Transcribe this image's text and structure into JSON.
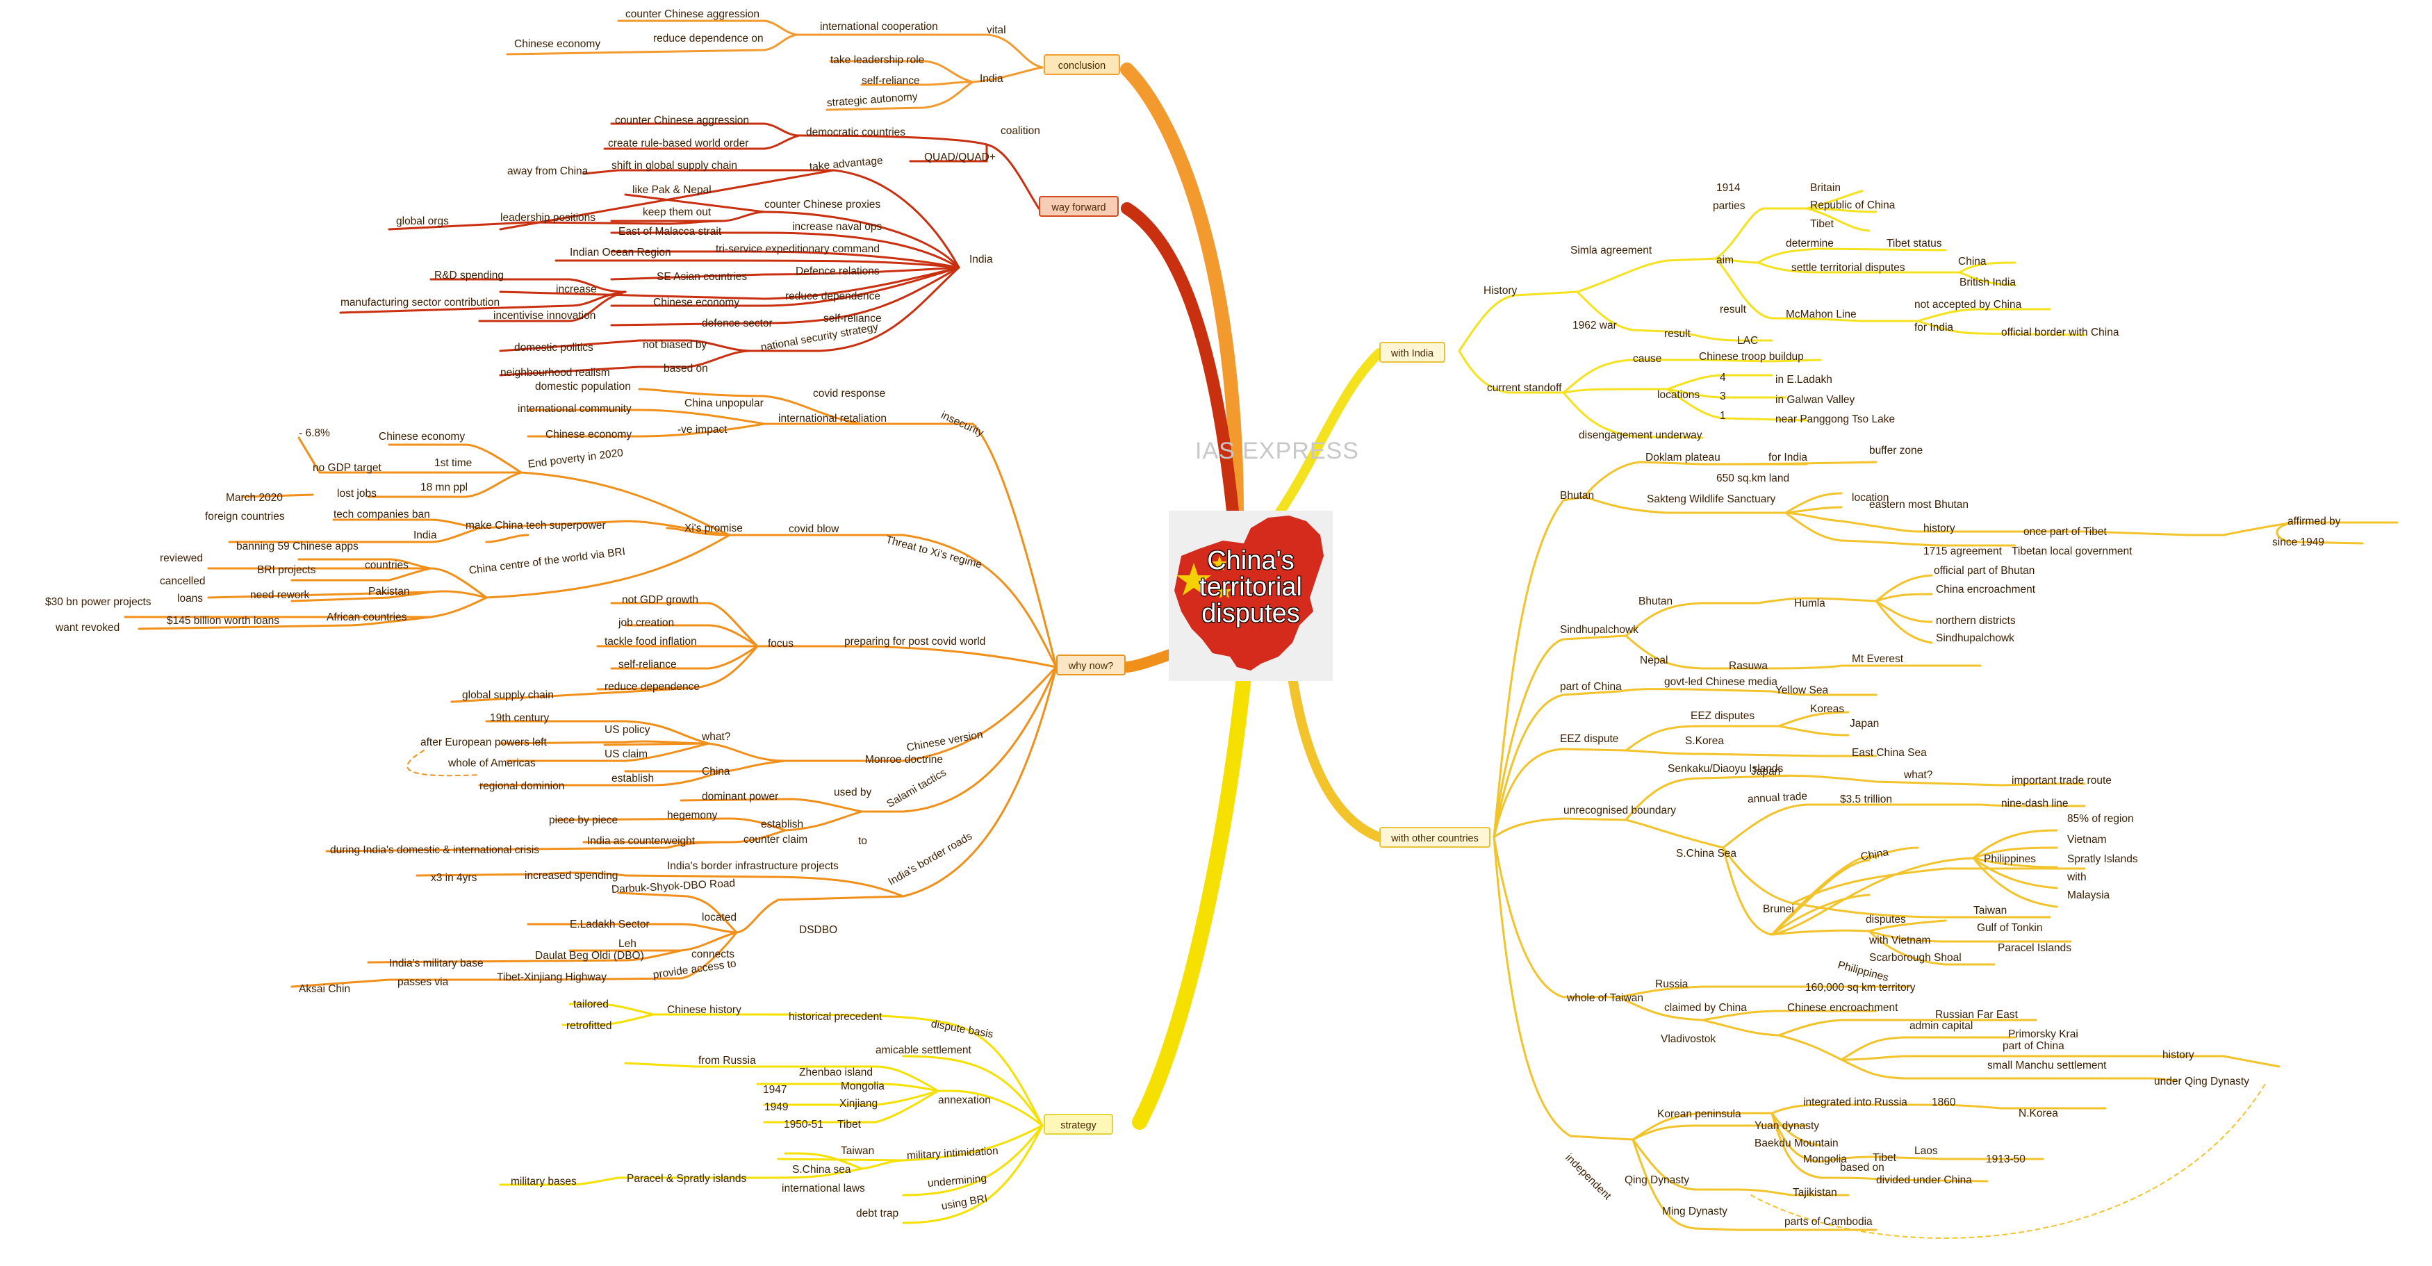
{
  "central": {
    "title": "China's territorial disputes"
  },
  "watermark": "IAS EXPRESS",
  "topics": {
    "conclusion": "conclusion",
    "way_forward": "way forward",
    "why_now": "why now?",
    "strategy": "strategy",
    "with_india": "with India",
    "with_other": "with other countries"
  },
  "labels": [
    "counter Chinese aggression",
    "international cooperation",
    "vital",
    "Chinese economy",
    "reduce dependence on",
    "take leadership role",
    "self-reliance",
    "India",
    "strategic autonomy",
    "counter Chinese aggression",
    "democratic countries",
    "coalition",
    "create rule-based world order",
    "QUAD/QUAD+",
    "away from China",
    "shift in global supply chain",
    "take advantage",
    "like Pak & Nepal",
    "counter Chinese proxies",
    "keep them out",
    "global orgs",
    "leadership positions",
    "East of Malacca strait",
    "increase naval ops",
    "Indian Ocean Region",
    "tri-service expeditionary command",
    "India",
    "R&D spending",
    "SE Asian countries",
    "Defence relations",
    "increase",
    "Chinese economy",
    "reduce dependence",
    "manufacturing sector contribution",
    "incentivise innovation",
    "defence sector",
    "self-reliance",
    "not biased by",
    "domestic politics",
    "national security strategy",
    "based on",
    "neighbourhood realism",
    "domestic population",
    "covid response",
    "China unpopular",
    "international community",
    "international retaliation",
    "insecurity",
    "-ve impact",
    "Chinese economy",
    "- 6.8%",
    "Chinese economy",
    "1st time",
    "End poverty in 2020",
    "no GDP target",
    "18 mn ppl",
    "lost jobs",
    "March 2020",
    "tech companies ban",
    "make China tech superpower",
    "foreign countries",
    "India",
    "Xi's promise",
    "covid blow",
    "Threat to Xi's regime",
    "banning 59 Chinese apps",
    "reviewed",
    "countries",
    "BRI projects",
    "cancelled",
    "China centre of the world via BRI",
    "Pakistan",
    "need rework",
    "loans",
    "$30 bn power projects",
    "African countries",
    "$145 billion worth loans",
    "want revoked",
    "not GDP growth",
    "job creation",
    "focus",
    "tackle food inflation",
    "preparing for post covid world",
    "self-reliance",
    "reduce dependence",
    "global supply chain",
    "19th century",
    "US policy",
    "what?",
    "after European powers left",
    "Chinese version",
    "US claim",
    "Monroe doctrine",
    "whole of Americas",
    "establish",
    "China",
    "regional dominion",
    "dominant power",
    "used by",
    "Salami tactics",
    "piece by piece",
    "hegemony",
    "establish",
    "to",
    "India as counterweight",
    "counter claim",
    "during India's domestic & international crisis",
    "India's border infrastructure projects",
    "increased spending",
    "India's border roads",
    "x3 in 4yrs",
    "Darbuk-Shyok-DBO Road",
    "located",
    "E.Ladakh Sector",
    "DSDBO",
    "Leh",
    "connects",
    "India's military base",
    "Daulat Beg Oldi (DBO)",
    "provide access to",
    "Aksai Chin",
    "passes via",
    "Tibet-Xinjiang Highway",
    "tailored",
    "Chinese history",
    "historical precedent",
    "retrofitted",
    "dispute basis",
    "amicable settlement",
    "from Russia",
    "Zhenbao island",
    "1947",
    "Mongolia",
    "annexation",
    "Xinjiang",
    "1949",
    "1950-51",
    "Tibet",
    "Taiwan",
    "military intimidation",
    "military bases",
    "Paracel & Spratly islands",
    "S.China sea",
    "international laws",
    "undermining",
    "debt trap",
    "using BRI",
    "1914",
    "Britain",
    "parties",
    "Republic of China",
    "Tibet",
    "Simla agreement",
    "History",
    "determine",
    "Tibet status",
    "aim",
    "China",
    "settle territorial disputes",
    "British India",
    "result",
    "not accepted by China",
    "McMahon Line",
    "for India",
    "official border with China",
    "1962 war",
    "result",
    "LAC",
    "current standoff",
    "cause",
    "Chinese troop buildup",
    "4",
    "in E.Ladakh",
    "locations",
    "3",
    "in Galwan Valley",
    "1",
    "near Panggong Tso Lake",
    "disengagement underway",
    "Doklam plateau",
    "for India",
    "buffer zone",
    "Sakteng Wildlife Sanctuary",
    "650 sq.km land",
    "Bhutan",
    "location",
    "eastern most Bhutan",
    "history",
    "once part of Tibet",
    "affirmed by",
    "1715 agreement",
    "Tibetan local government",
    "since 1949",
    "official part of Bhutan",
    "Bhutan",
    "Humla",
    "China encroachment",
    "northern districts",
    "Sindhupalchowk",
    "Sindhupalchowk",
    "Nepal",
    "Rasuwa",
    "Mt Everest",
    "part of China",
    "govt-led Chinese media",
    "Yellow Sea",
    "EEZ disputes",
    "Koreas",
    "Japan",
    "EEZ dispute",
    "S.Korea",
    "East China Sea",
    "Senkaku/Diaoyu Islands",
    "Japan",
    "what?",
    "important trade route",
    "annual trade",
    "$3.5 trillion",
    "nine-dash line",
    "unrecognised boundary",
    "85% of region",
    "S.China Sea",
    "Vietnam",
    "China",
    "Philippines",
    "Spratly Islands",
    "with",
    "Malaysia",
    "Brunei",
    "Taiwan",
    "disputes",
    "Gulf of Tonkin",
    "with Vietnam",
    "Paracel Islands",
    "Scarborough Shoal",
    "Philippines",
    "whole of Taiwan",
    "Russia",
    "160,000 sq km territory",
    "claimed by China",
    "Chinese encroachment",
    "Russian Far East",
    "admin capital",
    "Vladivostok",
    "Primorsky Krai",
    "part of China",
    "history",
    "small Manchu settlement",
    "under Qing Dynasty",
    "integrated into Russia",
    "1860",
    "Korean peninsula",
    "N.Korea",
    "Yuan dynasty",
    "Baekdu Mountain",
    "Laos",
    "Mongolia",
    "based on",
    "independent",
    "Tibet",
    "1913-50",
    "divided under China",
    "Qing Dynasty",
    "Tajikistan",
    "Ming Dynasty",
    "parts of Cambodia"
  ],
  "colors": {
    "conclusion": "#f29a2e",
    "way_forward": "#c9300f",
    "why_now": "#f0901a",
    "strategy": "#f2d411",
    "with_india": "#f5e21f",
    "with_other": "#f2c32a",
    "china_map": "#d42b1c",
    "star": "#f5d000"
  }
}
